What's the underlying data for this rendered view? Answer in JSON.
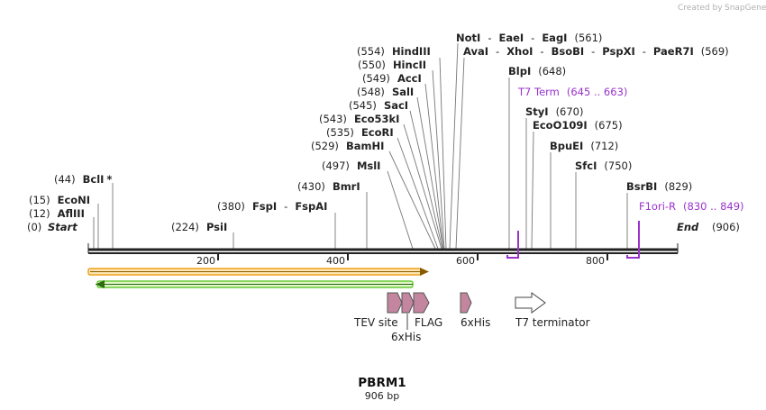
{
  "brand": {
    "created_by": "Created by",
    "name": "SnapGene"
  },
  "map": {
    "name": "PBRM1",
    "length_label": "906 bp",
    "length_bp": 906,
    "start_label": "Start",
    "end_label": "End",
    "start_pos": "(0)",
    "end_pos": "(906)",
    "ticks": [
      "200",
      "400",
      "600",
      "800"
    ]
  },
  "sites": [
    {
      "id": "bcli",
      "parts": [
        [
          "(44)",
          "n"
        ],
        [
          "BclI",
          "b"
        ],
        [
          "*",
          "b"
        ]
      ]
    },
    {
      "id": "econi",
      "parts": [
        [
          "(15)",
          "n"
        ],
        [
          "EcoNI",
          "b"
        ]
      ]
    },
    {
      "id": "aflIII",
      "parts": [
        [
          "(12)",
          "n"
        ],
        [
          "AflIII",
          "b"
        ]
      ]
    },
    {
      "id": "psii",
      "parts": [
        [
          "(224)",
          "n"
        ],
        [
          "PsiI",
          "b"
        ]
      ]
    },
    {
      "id": "fspi",
      "parts": [
        [
          "(380)",
          "n"
        ],
        [
          "FspI",
          "b"
        ],
        [
          "-",
          "n"
        ],
        [
          "FspAI",
          "b"
        ]
      ]
    },
    {
      "id": "bmri",
      "parts": [
        [
          "(430)",
          "n"
        ],
        [
          "BmrI",
          "b"
        ]
      ]
    },
    {
      "id": "msli",
      "parts": [
        [
          "(497)",
          "n"
        ],
        [
          "MslI",
          "b"
        ]
      ]
    },
    {
      "id": "bamhi",
      "parts": [
        [
          "(529)",
          "n"
        ],
        [
          "BamHI",
          "b"
        ]
      ]
    },
    {
      "id": "ecori",
      "parts": [
        [
          "(535)",
          "n"
        ],
        [
          "EcoRI",
          "b"
        ]
      ]
    },
    {
      "id": "eco53ki",
      "parts": [
        [
          "(543)",
          "n"
        ],
        [
          "Eco53kI",
          "b"
        ]
      ]
    },
    {
      "id": "saci",
      "parts": [
        [
          "(545)",
          "n"
        ],
        [
          "SacI",
          "b"
        ]
      ]
    },
    {
      "id": "sali",
      "parts": [
        [
          "(548)",
          "n"
        ],
        [
          "SalI",
          "b"
        ]
      ]
    },
    {
      "id": "acci",
      "parts": [
        [
          "(549)",
          "n"
        ],
        [
          "AccI",
          "b"
        ]
      ]
    },
    {
      "id": "hincii",
      "parts": [
        [
          "(550)",
          "n"
        ],
        [
          "HincII",
          "b"
        ]
      ]
    },
    {
      "id": "hindiii",
      "parts": [
        [
          "(554)",
          "n"
        ],
        [
          "HindIII",
          "b"
        ]
      ]
    },
    {
      "id": "noti",
      "parts": [
        [
          "NotI",
          "b"
        ],
        [
          "-",
          "n"
        ],
        [
          "EaeI",
          "b"
        ],
        [
          "-",
          "n"
        ],
        [
          "EagI",
          "b"
        ],
        [
          "(561)",
          "n"
        ]
      ]
    },
    {
      "id": "avai",
      "parts": [
        [
          "AvaI",
          "b"
        ],
        [
          "-",
          "n"
        ],
        [
          "XhoI",
          "b"
        ],
        [
          "-",
          "n"
        ],
        [
          "BsoBI",
          "b"
        ],
        [
          "-",
          "n"
        ],
        [
          "PspXI",
          "b"
        ],
        [
          "-",
          "n"
        ],
        [
          "PaeR7I",
          "b"
        ],
        [
          "(569)",
          "n"
        ]
      ]
    },
    {
      "id": "blpi",
      "parts": [
        [
          "BlpI",
          "b"
        ],
        [
          "(648)",
          "n"
        ]
      ]
    },
    {
      "id": "t7term",
      "parts": [
        [
          "T7 Term",
          "f"
        ],
        [
          "(645 .. 663)",
          "f"
        ]
      ]
    },
    {
      "id": "styi",
      "parts": [
        [
          "StyI",
          "b"
        ],
        [
          "(670)",
          "n"
        ]
      ]
    },
    {
      "id": "ecoo109i",
      "parts": [
        [
          "EcoO109I",
          "b"
        ],
        [
          "(675)",
          "n"
        ]
      ]
    },
    {
      "id": "bpuei",
      "parts": [
        [
          "BpuEI",
          "b"
        ],
        [
          "(712)",
          "n"
        ]
      ]
    },
    {
      "id": "sfci",
      "parts": [
        [
          "SfcI",
          "b"
        ],
        [
          "(750)",
          "n"
        ]
      ]
    },
    {
      "id": "bsrbi",
      "parts": [
        [
          "BsrBI",
          "b"
        ],
        [
          "(829)",
          "n"
        ]
      ]
    },
    {
      "id": "f1ori",
      "parts": [
        [
          "F1ori-R",
          "f"
        ],
        [
          "(830 .. 849)",
          "f"
        ]
      ]
    }
  ],
  "features": [
    {
      "id": "tev",
      "label": "TEV site"
    },
    {
      "id": "his1",
      "label": "6xHis"
    },
    {
      "id": "flag",
      "label": "FLAG"
    },
    {
      "id": "his2",
      "label": "6xHis"
    },
    {
      "id": "t7",
      "label": "T7 terminator"
    }
  ],
  "colors": {
    "backbone": "#222222",
    "orf_orange": "#f0a020",
    "orf_green": "#66cc33",
    "feature_pink": "#c4869e",
    "feature_purple": "#9933cc"
  }
}
